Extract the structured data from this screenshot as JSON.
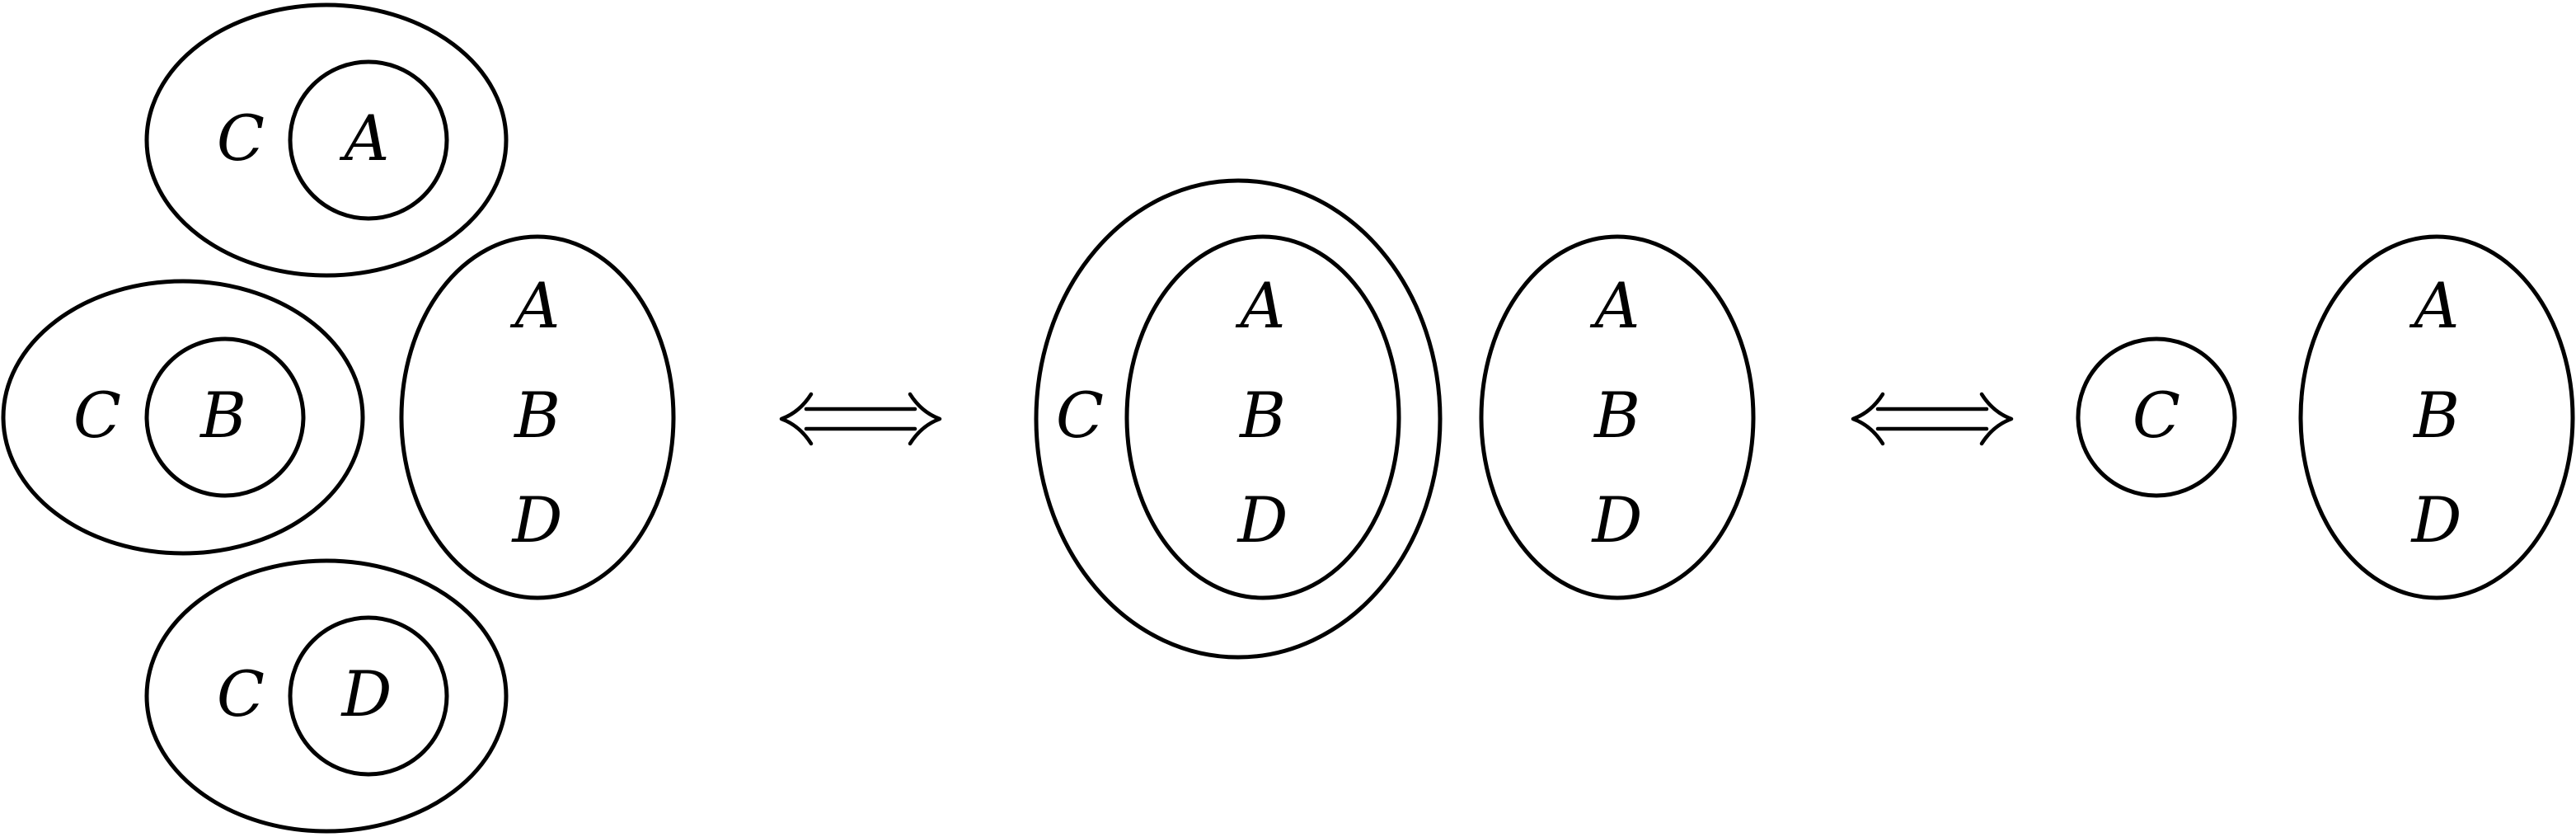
{
  "diagram": {
    "left": {
      "top_pair": {
        "outer": "C",
        "inner": "A"
      },
      "mid_pair": {
        "outer": "C",
        "inner": "B"
      },
      "bottom_pair": {
        "outer": "C",
        "inner": "D"
      },
      "column": [
        "A",
        "B",
        "D"
      ]
    },
    "arrow_1": "⟺",
    "middle": {
      "outer": "C",
      "inner_column": [
        "A",
        "B",
        "D"
      ],
      "column": [
        "A",
        "B",
        "D"
      ]
    },
    "arrow_2": "⟺",
    "right": {
      "single": "C",
      "column": [
        "A",
        "B",
        "D"
      ]
    }
  }
}
